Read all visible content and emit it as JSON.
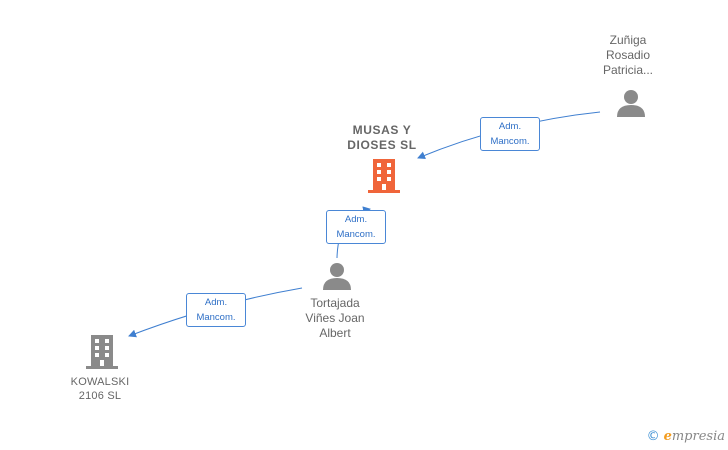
{
  "nodes": {
    "musas": {
      "type": "company",
      "highlight": true,
      "lines": [
        "MUSAS Y",
        "DIOSES  SL"
      ],
      "color": "#f0653a"
    },
    "kowalski": {
      "type": "company",
      "highlight": false,
      "lines": [
        "KOWALSKI",
        "2106  SL"
      ],
      "color": "#8a8a8a"
    },
    "zuniga": {
      "type": "person",
      "lines": [
        "Zuñiga",
        "Rosadio",
        "Patricia..."
      ],
      "color": "#8a8a8a"
    },
    "tortajada": {
      "type": "person",
      "lines": [
        "Tortajada",
        "Viñes Joan",
        "Albert"
      ],
      "color": "#8a8a8a"
    }
  },
  "edges": [
    {
      "from": "zuniga",
      "to": "musas",
      "label": [
        "Adm.",
        "Mancom."
      ]
    },
    {
      "from": "tortajada",
      "to": "musas",
      "label": [
        "Adm.",
        "Mancom."
      ]
    },
    {
      "from": "tortajada",
      "to": "kowalski",
      "label": [
        "Adm.",
        "Mancom."
      ]
    }
  ],
  "colors": {
    "edge": "#3f7fd0",
    "badge_text": "#2e6fc6"
  },
  "brand": {
    "copyright": "©",
    "initial": "e",
    "rest": "mpresia"
  }
}
